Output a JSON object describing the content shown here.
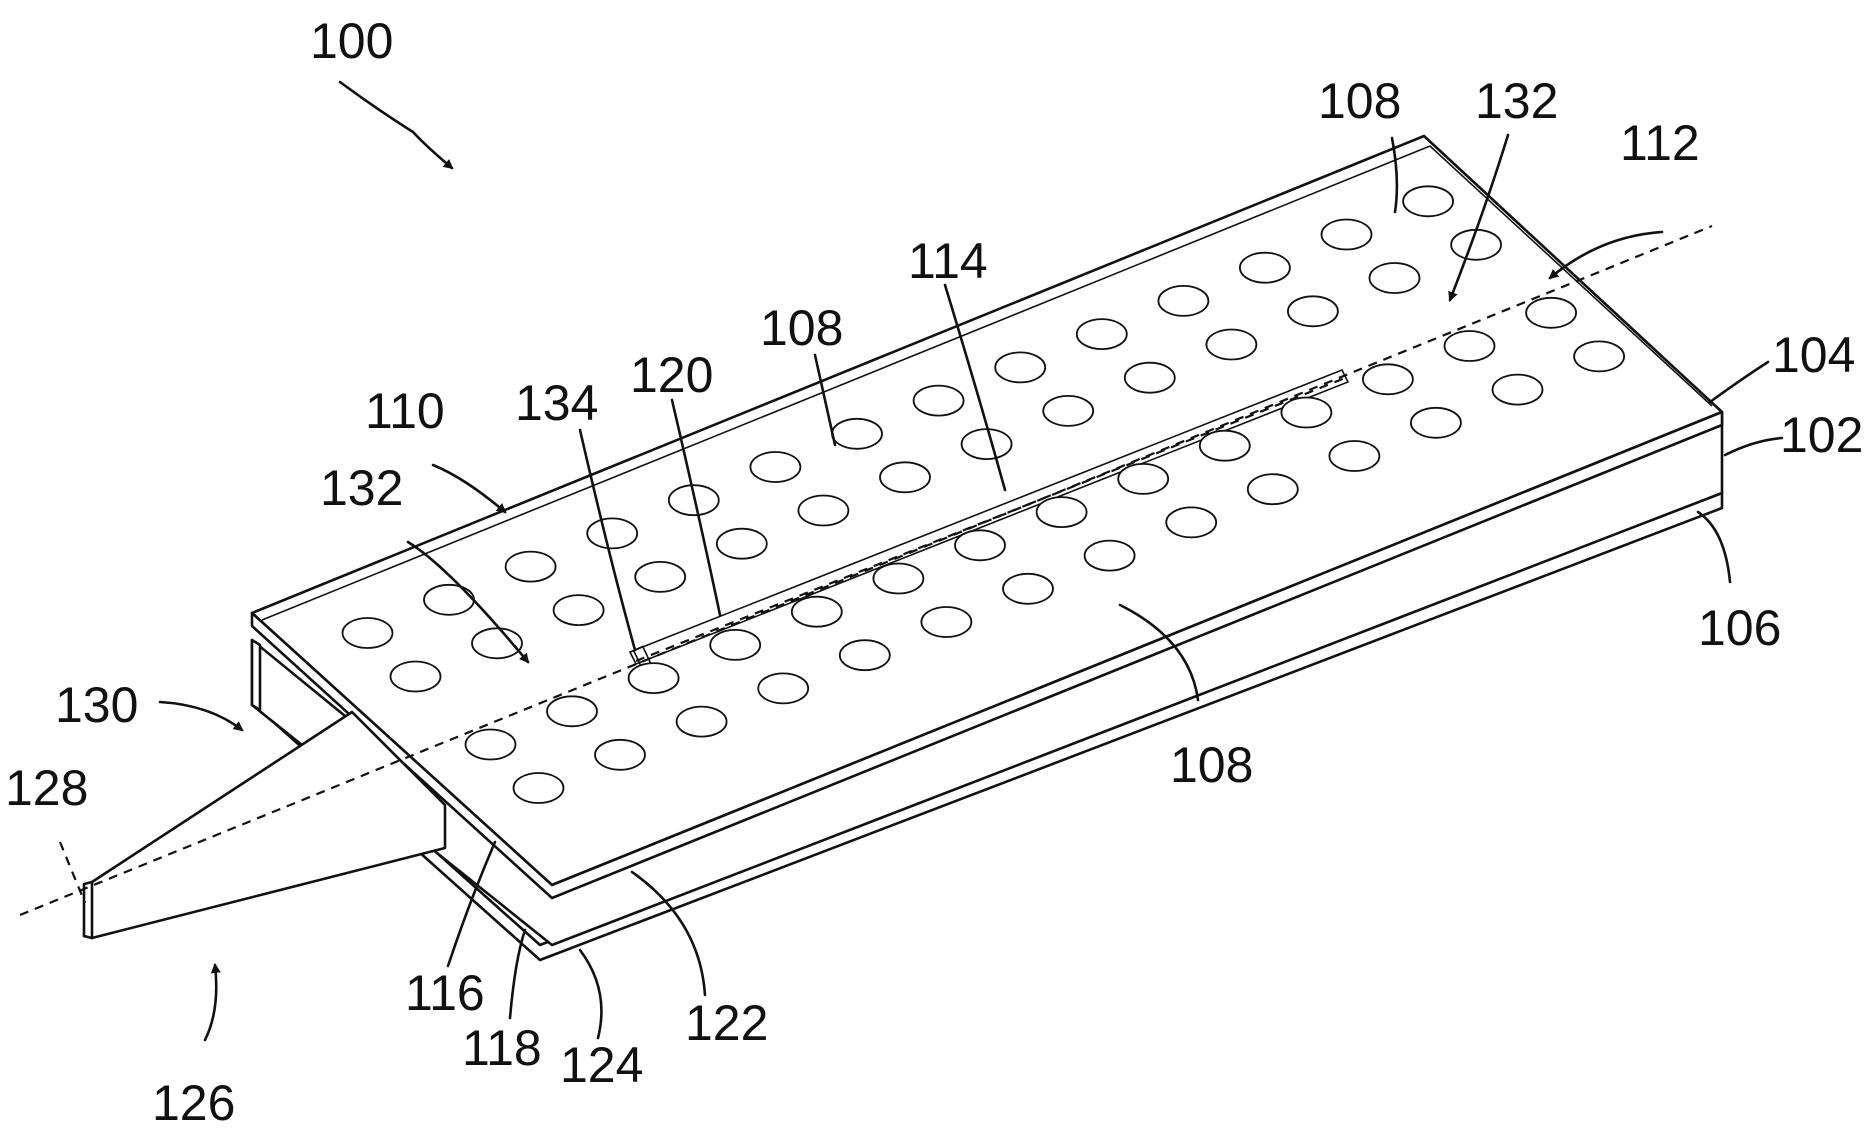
{
  "labels": {
    "l100": "100",
    "l102": "102",
    "l104": "104",
    "l106": "106",
    "l108_top": "108",
    "l108_mid": "108",
    "l108_low": "108",
    "l110": "110",
    "l112": "112",
    "l114": "114",
    "l116": "116",
    "l118": "118",
    "l120": "120",
    "l122": "122",
    "l124": "124",
    "l126": "126",
    "l128": "128",
    "l130": "130",
    "l132_left": "132",
    "l132_right": "132",
    "l134": "134"
  }
}
